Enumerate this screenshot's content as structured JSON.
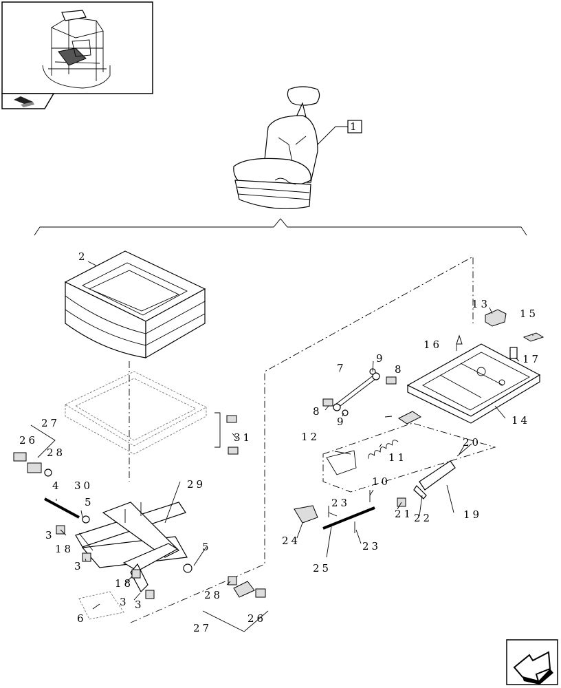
{
  "callouts": {
    "seat_assembly": "1",
    "p2": "2",
    "p3a": "3",
    "p3b": "3",
    "p3c": "3",
    "p3d": "3",
    "p4": "4",
    "p5a": "5",
    "p5b": "5",
    "p6": "6",
    "p7": "7",
    "p8a": "8",
    "p8b": "8",
    "p9a": "9",
    "p9b": "9",
    "p10": "10",
    "p11": "11",
    "p12": "12",
    "p13": "13",
    "p14": "14",
    "p15": "15",
    "p16": "16",
    "p17": "17",
    "p18a": "18",
    "p18b": "18",
    "p19": "19",
    "p20": "20",
    "p21": "21",
    "p22": "22",
    "p23a": "23",
    "p23b": "23",
    "p24": "24",
    "p25": "25",
    "p26a": "26",
    "p26b": "26",
    "p27a": "27",
    "p27b": "27",
    "p28a": "28",
    "p28b": "28",
    "p29": "29",
    "p30": "30",
    "p31": "31"
  },
  "icons": {
    "thumbnail": "machine-cab-thumbnail",
    "thumbnail_tab": "view-direction-icon",
    "next_page": "arrow-icon"
  }
}
